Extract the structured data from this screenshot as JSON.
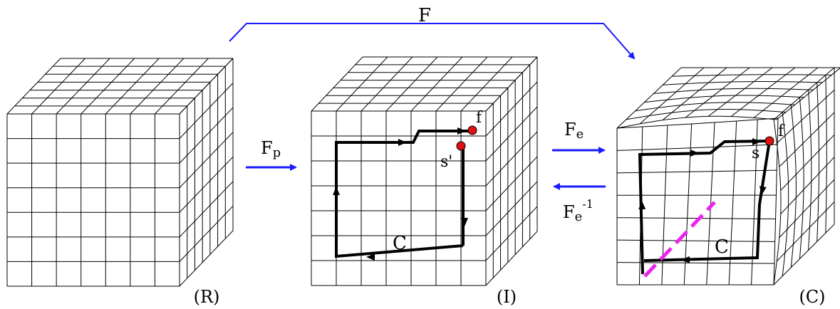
{
  "colors": {
    "grid": "#000000",
    "map_arrow": "#1a1aff",
    "circuit": "#000000",
    "point": "#e01010",
    "dislocation": "#ee22ee"
  },
  "maps": {
    "total": "F",
    "plastic": "F",
    "plastic_sub": "p",
    "elastic": "F",
    "elastic_sub": "e",
    "inverse": "F",
    "inverse_sub": "e",
    "inverse_sup": "-1"
  },
  "configurations": [
    {
      "id": "reference",
      "label": "(R)"
    },
    {
      "id": "intermediate",
      "label": "(I)"
    },
    {
      "id": "current",
      "label": "(C)"
    }
  ],
  "circuit": {
    "label": "C",
    "point_f": "f",
    "point_s_intermediate": "s'",
    "point_s_current": "s"
  }
}
